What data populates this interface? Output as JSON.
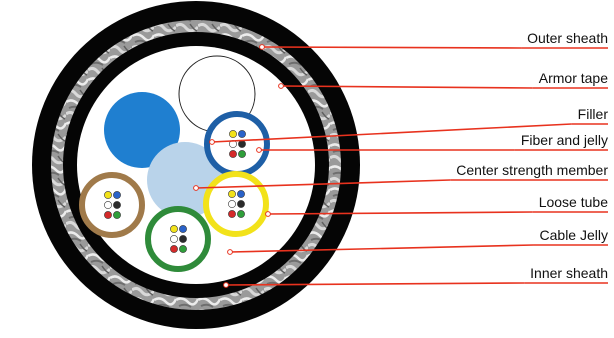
{
  "colors": {
    "leader": "#e8321e",
    "outer_sheath": "#050505",
    "armor_tape": "#a8a8a8",
    "inner_sheath": "#050505",
    "jelly": "#ffffff",
    "filler_white": "#ffffff",
    "filler_blue": "#1f7fd0",
    "center_member": "#b9d3ea",
    "tube_blue": "#1e5fa6",
    "tube_yellow": "#f2e21a",
    "tube_brown": "#a07a4a",
    "tube_green": "#2f8b3a"
  },
  "fiber_colors": [
    "#f2e21a",
    "#2a62c8",
    "#ffffff",
    "#2b2b2b",
    "#d42a2a",
    "#2f9e3a"
  ],
  "labels": [
    {
      "key": "outer_sheath",
      "text": "Outer sheath"
    },
    {
      "key": "armor_tape",
      "text": "Armor tape"
    },
    {
      "key": "filler",
      "text": "Filler"
    },
    {
      "key": "fiber_and_jelly",
      "text": "Fiber and jelly"
    },
    {
      "key": "center_strength_member",
      "text": "Center strength member"
    },
    {
      "key": "loose_tube",
      "text": "Loose tube"
    },
    {
      "key": "cable_jelly",
      "text": "Cable Jelly"
    },
    {
      "key": "inner_sheath",
      "text": "Inner sheath"
    }
  ]
}
